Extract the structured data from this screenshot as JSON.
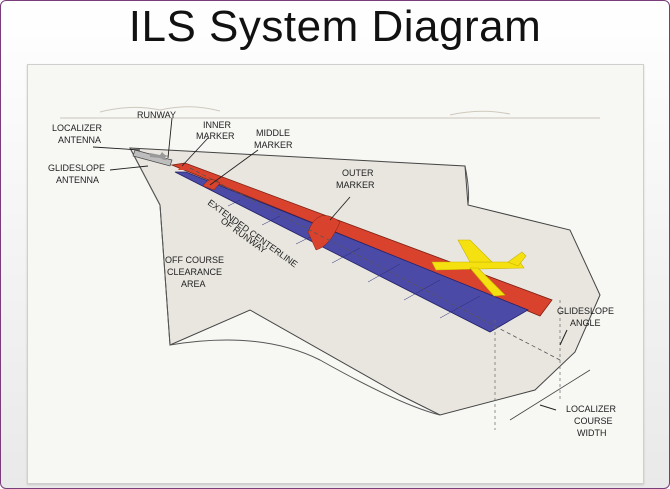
{
  "slide": {
    "title": "ILS System Diagram"
  },
  "labels": {
    "runway": "RUNWAY",
    "localizer_antenna": [
      "LOCALIZER",
      "ANTENNA"
    ],
    "glideslope_antenna": [
      "GLIDESLOPE",
      "ANTENNA"
    ],
    "inner_marker": [
      "INNER",
      "MARKER"
    ],
    "middle_marker": [
      "MIDDLE",
      "MARKER"
    ],
    "outer_marker": [
      "OUTER",
      "MARKER"
    ],
    "extended_centerline": [
      "EXTENDED CENTERLINE",
      "OF RUNWAY"
    ],
    "off_course": [
      "OFF COURSE",
      "CLEARANCE",
      "AREA"
    ],
    "glideslope_angle": [
      "GLIDESLOPE",
      "ANGLE"
    ],
    "localizer_width": [
      "LOCALIZER",
      "COURSE",
      "WIDTH"
    ]
  },
  "colors": {
    "frame_border": "#7a3d7a",
    "beam_red": "#d9432e",
    "beam_blue": "#4b4aa6",
    "aircraft": "#f5e10f",
    "volume_fill": "#e8e6df"
  }
}
